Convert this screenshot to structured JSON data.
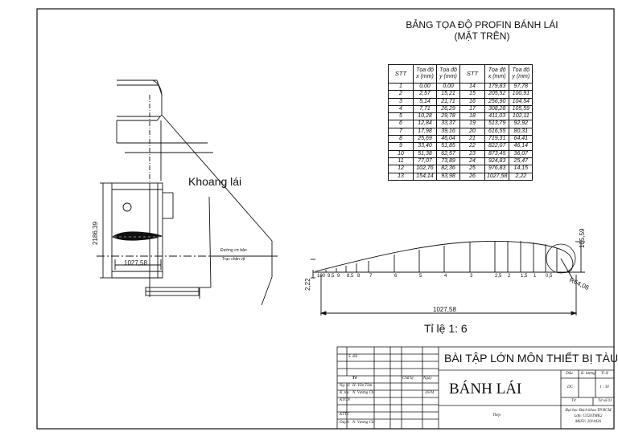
{
  "table": {
    "title_line1": "BẢNG TỌA ĐỘ PROFIN BÁNH LÁI",
    "title_line2": "(MẶT TRÊN)",
    "headers": [
      "STT",
      "Tọa độ x (mm)",
      "Tọa độ y (mm)",
      "STT",
      "Tọa độ x (mm)",
      "Tọa độ y (mm)"
    ],
    "rows_left": [
      [
        "1",
        "0,00",
        "0,00"
      ],
      [
        "2",
        "2,57",
        "15,21"
      ],
      [
        "3",
        "5,14",
        "21,71"
      ],
      [
        "4",
        "7,71",
        "26,29"
      ],
      [
        "5",
        "10,28",
        "29,78"
      ],
      [
        "6",
        "12,84",
        "33,37"
      ],
      [
        "7",
        "17,98",
        "39,16"
      ],
      [
        "8",
        "25,69",
        "46,04"
      ],
      [
        "9",
        "33,40",
        "51,85"
      ],
      [
        "10",
        "51,38",
        "62,57"
      ],
      [
        "11",
        "77,07",
        "73,89"
      ],
      [
        "12",
        "102,76",
        "82,36"
      ],
      [
        "13",
        "154,14",
        "93,98"
      ]
    ],
    "rows_right": [
      [
        "14",
        "179,83",
        "97,78"
      ],
      [
        "15",
        "205,52",
        "100,91"
      ],
      [
        "16",
        "256,90",
        "104,54"
      ],
      [
        "17",
        "308,28",
        "105,59"
      ],
      [
        "18",
        "411,03",
        "102,11"
      ],
      [
        "19",
        "513,79",
        "92,92"
      ],
      [
        "20",
        "616,55",
        "80,31"
      ],
      [
        "21",
        "719,31",
        "64,41"
      ],
      [
        "22",
        "822,07",
        "46,14"
      ],
      [
        "23",
        "873,45",
        "36,07"
      ],
      [
        "24",
        "924,83",
        "25,47"
      ],
      [
        "25",
        "976,83",
        "14,15"
      ],
      [
        "26",
        "1027,58",
        "2,22"
      ]
    ]
  },
  "left_view": {
    "label_compartment": "Khoang lái",
    "dim_height": "2186,39",
    "dim_chord": "1027,58",
    "label_baseline": "Đường cơ bản",
    "label_shaft": "Trục chân vịt"
  },
  "profile": {
    "dim_chord": "1027,58",
    "dim_thickness": "105,59",
    "dim_radius": "R64,06",
    "dim_tail": "2,22",
    "station_labels": [
      "100",
      "9,5",
      "9",
      "8,5",
      "8",
      "7",
      "6",
      "5",
      "4",
      "3",
      "2,5",
      "2",
      "1,5",
      "1",
      "0,5"
    ],
    "scale_label": "Tỉ lệ 1: 6"
  },
  "title_block": {
    "course_title": "BÀI TẬP LỚN MÔN THIẾT BỊ TÀU",
    "drawing_title": "BÁNH LÁI",
    "s_doi": "S. đổi",
    "to_label": "Tờ",
    "chu_ky": "Chữ ký",
    "ngay": "Ngày",
    "roles": [
      "Ng. vẽ",
      "K. tra",
      "KTCN",
      "",
      "KTTC",
      "Duyệt"
    ],
    "names": [
      "H. Văn Tâm",
      "N. Vương Chi",
      "",
      "",
      "",
      "N. Vương Chi"
    ],
    "date": "26/04",
    "thep": "Thép",
    "dau_label": "Dấu",
    "khoi_luong_label": "K. lượng",
    "ti_le_label": "Tỉ lệ",
    "dc": "DC",
    "ti_le_value": "1 : 30",
    "to_so_label": "Tờ",
    "to_so_value": "Tờ số 01",
    "school": "Đại học Bách khoa TP.HCM",
    "class": "Lớp: GT20TMK2",
    "mssv": "MSSV: 2014426"
  }
}
